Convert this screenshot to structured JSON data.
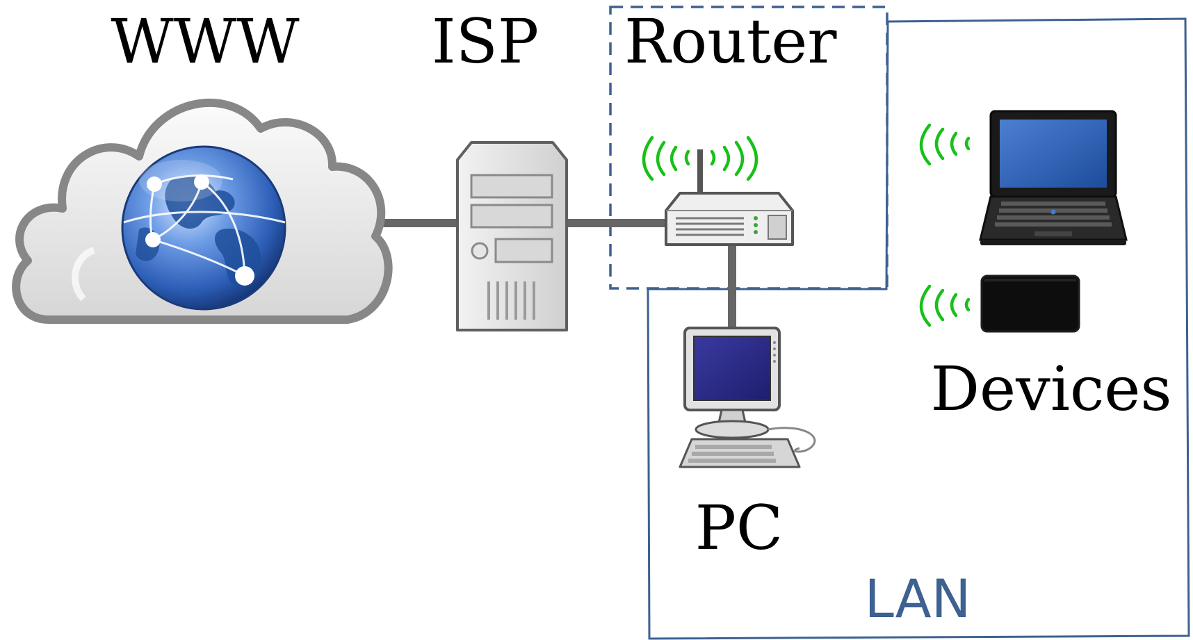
{
  "labels": {
    "www": "WWW",
    "isp": "ISP",
    "router": "Router",
    "devices": "Devices",
    "pc": "PC",
    "lan": "LAN"
  },
  "icons": {
    "cloud": "cloud-icon",
    "globe": "globe-icon",
    "server": "server-tower-icon",
    "router": "wireless-router-icon",
    "pc": "desktop-computer-icon",
    "laptop": "laptop-icon",
    "tablet": "tablet-icon",
    "wifi": "wifi-signal-icon"
  },
  "colors": {
    "frame": "#3d6190",
    "lan_text": "#3d6190",
    "wifi": "#18c018",
    "link": "#666666"
  }
}
